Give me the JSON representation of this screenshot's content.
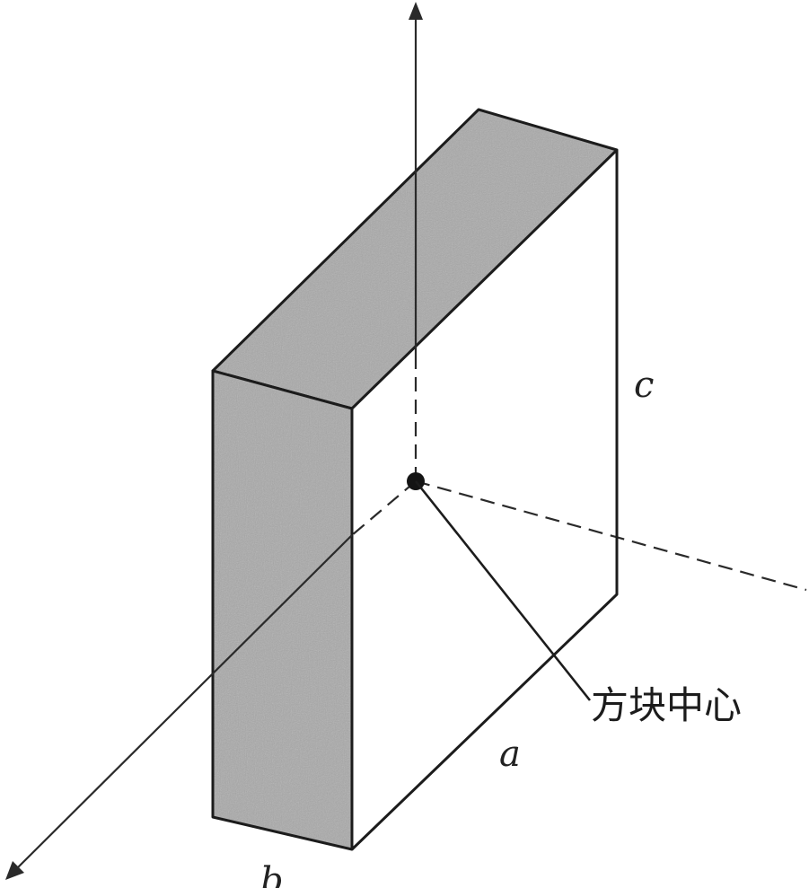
{
  "labels": {
    "a": "a",
    "b": "b",
    "c": "c",
    "center": "方块中心"
  },
  "colors": {
    "shaded_face": "#a9a9a9",
    "edge": "#1c1c1c",
    "background": "#ffffff"
  }
}
